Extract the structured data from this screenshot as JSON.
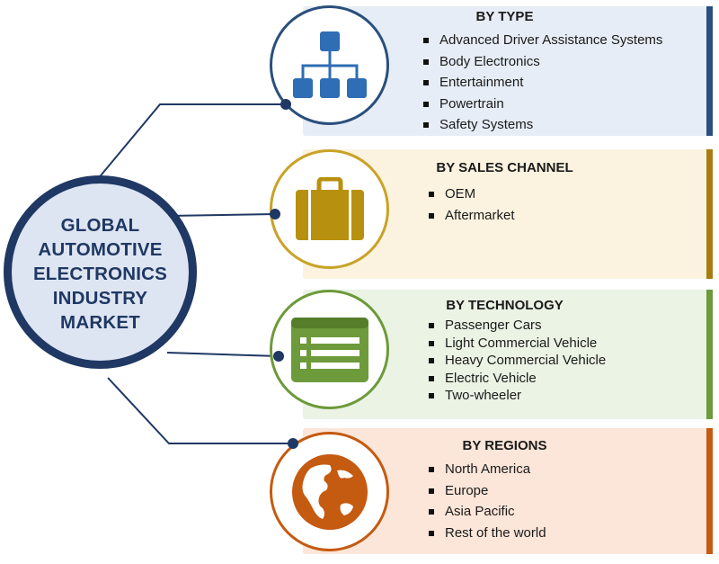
{
  "center": {
    "title": "GLOBAL\nAUTOMOTIVE\nELECTRONICS\nINDUSTRY\nMARKET"
  },
  "segments": [
    {
      "title": "BY TYPE",
      "icon": "hierarchy-icon",
      "color": "#2a4f7d",
      "items": [
        "Advanced Driver Assistance Systems",
        "Body Electronics",
        "Entertainment",
        "Powertrain",
        "Safety Systems"
      ]
    },
    {
      "title": "BY SALES CHANNEL",
      "icon": "briefcase-icon",
      "color": "#c9a227",
      "items": [
        "OEM",
        "Aftermarket"
      ]
    },
    {
      "title": "BY TECHNOLOGY",
      "icon": "list-window-icon",
      "color": "#6d9a3a",
      "items": [
        "Passenger Cars",
        "Light Commercial Vehicle",
        "Heavy Commercial Vehicle",
        "Electric Vehicle",
        "Two-wheeler"
      ]
    },
    {
      "title": "BY REGIONS",
      "icon": "globe-icon",
      "color": "#c55a11",
      "items": [
        "North America",
        "Europe",
        "Asia Pacific",
        "Rest of the world"
      ]
    }
  ],
  "colors": {
    "center_border": "#1f3864",
    "center_fill": "#dee5f2",
    "connector": "#1f3864"
  }
}
